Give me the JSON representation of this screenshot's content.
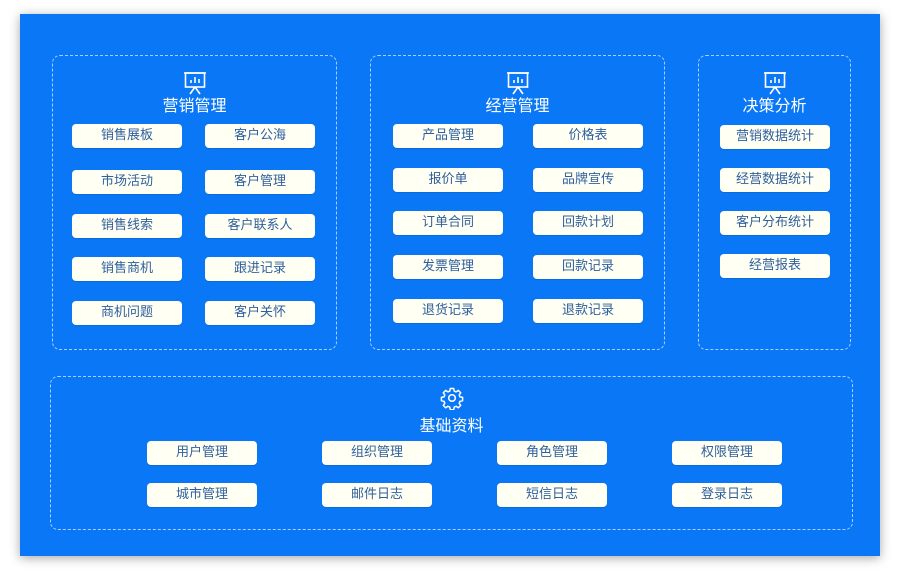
{
  "marketing": {
    "title": "营销管理",
    "icon": "presentation-chart-icon",
    "items": [
      "销售展板",
      "客户公海",
      "市场活动",
      "客户管理",
      "销售线索",
      "客户联系人",
      "销售商机",
      "跟进记录",
      "商机问题",
      "客户关怀"
    ]
  },
  "operations": {
    "title": "经营管理",
    "icon": "presentation-chart-icon",
    "items": [
      "产品管理",
      "价格表",
      "报价单",
      "品牌宣传",
      "订单合同",
      "回款计划",
      "发票管理",
      "回款记录",
      "退货记录",
      "退款记录"
    ]
  },
  "decision": {
    "title": "决策分析",
    "icon": "presentation-chart-icon",
    "items": [
      "营销数据统计",
      "经营数据统计",
      "客户分布统计",
      "经营报表"
    ]
  },
  "basics": {
    "title": "基础资料",
    "icon": "gear-icon",
    "items": [
      "用户管理",
      "组织管理",
      "角色管理",
      "权限管理",
      "城市管理",
      "邮件日志",
      "短信日志",
      "登录日志"
    ]
  },
  "colors": {
    "background": "#0a78f6",
    "button": "#fffff3",
    "button_text": "#2f5f9e"
  }
}
